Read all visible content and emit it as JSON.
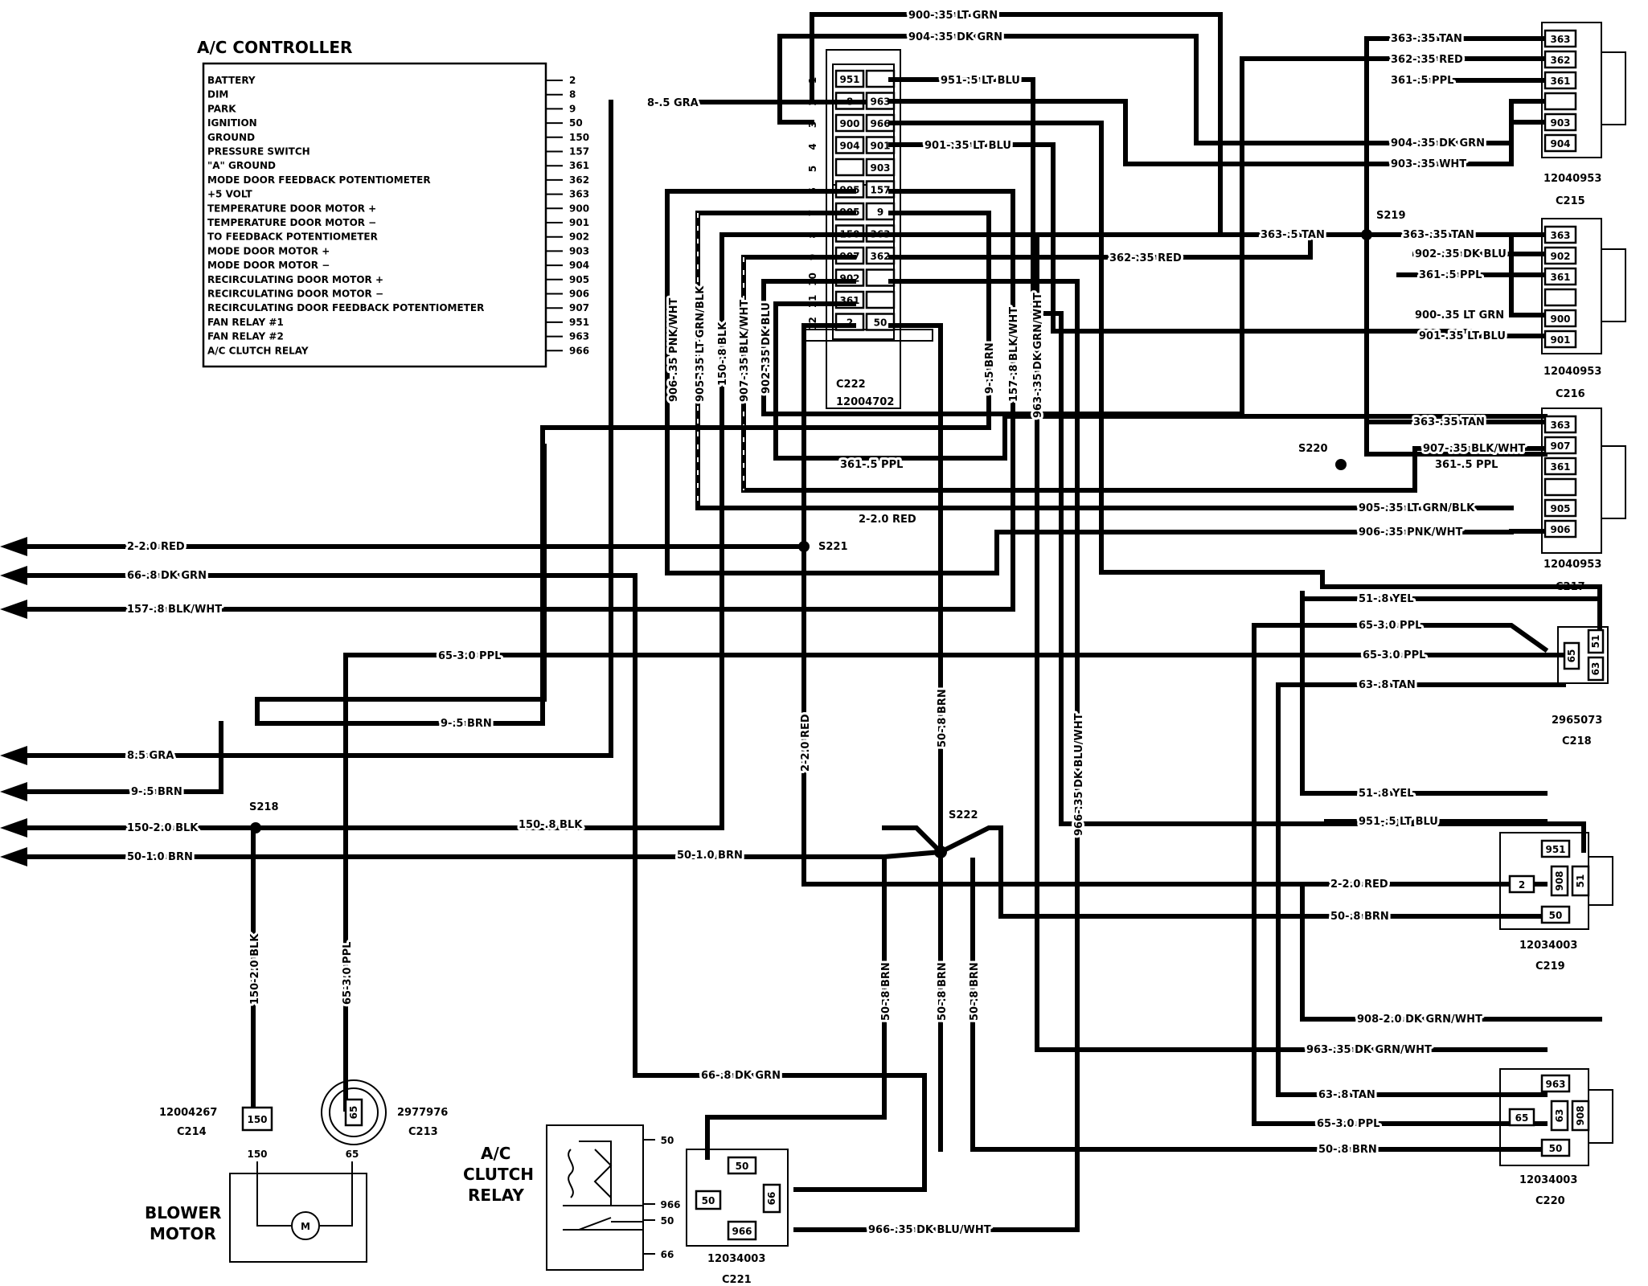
{
  "controller": {
    "title": "A/C CONTROLLER",
    "rows": [
      {
        "label": "BATTERY",
        "pin": "2"
      },
      {
        "label": "DIM",
        "pin": "8"
      },
      {
        "label": "PARK",
        "pin": "9"
      },
      {
        "label": "IGNITION",
        "pin": "50"
      },
      {
        "label": "GROUND",
        "pin": "150"
      },
      {
        "label": "PRESSURE SWITCH",
        "pin": "157"
      },
      {
        "label": "\"A\" GROUND",
        "pin": "361"
      },
      {
        "label": "MODE DOOR FEEDBACK POTENTIOMETER",
        "pin": "362"
      },
      {
        "label": "+5 VOLT",
        "pin": "363"
      },
      {
        "label": "TEMPERATURE DOOR MOTOR +",
        "pin": "900"
      },
      {
        "label": "TEMPERATURE DOOR MOTOR −",
        "pin": "901"
      },
      {
        "label": "TO FEEDBACK POTENTIOMETER",
        "pin": "902"
      },
      {
        "label": "MODE DOOR MOTOR +",
        "pin": "903"
      },
      {
        "label": "MODE DOOR MOTOR −",
        "pin": "904"
      },
      {
        "label": "RECIRCULATING DOOR MOTOR +",
        "pin": "905"
      },
      {
        "label": "RECIRCULATING DOOR MOTOR −",
        "pin": "906"
      },
      {
        "label": "RECIRCULATING DOOR FEEDBACK POTENTIOMETER",
        "pin": "907"
      },
      {
        "label": "FAN RELAY #1",
        "pin": "951"
      },
      {
        "label": "FAN RELAY #2",
        "pin": "963"
      },
      {
        "label": "A/C CLUTCH RELAY",
        "pin": "966"
      }
    ]
  },
  "c222": {
    "name": "C222",
    "part": "12004702",
    "left_pins": [
      "951",
      "8",
      "900",
      "904",
      "",
      "905",
      "905",
      "150",
      "907",
      "902",
      "361",
      "2"
    ],
    "right_pins": [
      "",
      "963",
      "966",
      "901",
      "903",
      "157",
      "9",
      "363",
      "362",
      "",
      "",
      "50"
    ],
    "cavities": [
      "1",
      "2",
      "3",
      "4",
      "5",
      "6",
      "7",
      "8",
      "9",
      "10",
      "11",
      "12"
    ]
  },
  "wires": {
    "w900_35_lt_grn": "900-.35 LT GRN",
    "w904_35_dk_grn_top": "904-.35 DK GRN",
    "w8_5_gra": "8-.5 GRA",
    "w951_5_lt_blu": "951-.5 LT BLU",
    "w901_35_lt_blu": "901-.35 LT BLU",
    "w906_35_pnk_wht_v": "906-.35 PNK/WHT",
    "w905_35_lt_grn_blk_v": "905-.35 LT GRN/BLK",
    "w150_8_blk_v": "150-.8 BLK",
    "w907_35_blk_wht_v": "907-.35 BLK/WHT",
    "w902_35_dk_blu_v": "902-.35 DK BLU",
    "w9_5_brn_v": "9-.5 BRN",
    "w157_8_blk_wht_v": "157-.8 BLK/WHT",
    "w963_35_dk_grn_wht_v": "963-.35 DK GRN/WHT",
    "w362_35_red": "362-.35 RED",
    "w361_5_ppl": "361-.5 PPL",
    "w2_2_0_red_a": "2-2.0 RED",
    "w2_2_0_red_b": "2-2.0 RED",
    "w66_8_dk_grn": "66-.8 DK GRN",
    "w157_8_blk_wht": "157-.8 BLK/WHT",
    "w65_3_0_ppl": "65-3.0 PPL",
    "w9_5_brn_h": "9-.5 BRN",
    "w8_5_gra_out": "8.5 GRA",
    "w9_5_brn_out": "9-.5 BRN",
    "w150_2_0_blk": "150-2.0 BLK",
    "w150_8_blk_h": "150-.8 BLK",
    "w50_1_0_brn_out": "50-1.0 BRN",
    "w50_1_0_brn": "50-1.0 BRN",
    "w2_2_0_red_v": "2-2.0 RED",
    "w50_8_brn_v": "50-.8 BRN",
    "w966_35_dk_blu_wht_v": "966-.35 DK BLU/WHT",
    "w150_2_0_blk_v": "150-2.0 BLK",
    "w65_3_0_ppl_v": "65-3.0 PPL",
    "w66_8_dk_grn_h": "66-.8 DK GRN",
    "w50_8_brn_v1": "50-.8 BRN",
    "w50_8_brn_v2": "50-.8 BRN",
    "w50_8_brn_v3": "50-.8 BRN",
    "w966_35_dk_blu_wht": "966-.35 DK BLU/WHT",
    "w363_35_tan_c215": "363-.35 TAN",
    "w362_35_red_c215": "362-.35 RED",
    "w361_5_ppl_c215": "361-.5 PPL",
    "w904_35_dk_grn_c215": "904-.35 DK GRN",
    "w903_35_wht": "903-.35 WHT",
    "w363_5_tan": "363-.5 TAN",
    "w363_35_tan_c216": "363-.35 TAN",
    "w902_35_dk_blu": "902-.35 DK BLU",
    "w361_5_ppl_c216": "361-.5 PPL",
    "w900_35_lt_grn_c216": "900-.35 LT GRN",
    "w901_35_lt_blu_c216": "901-.35 LT BLU",
    "w363_35_tan_c217": "363-.35 TAN",
    "w907_35_blk_wht": "907-.35 BLK/WHT",
    "w361_5_ppl_c217": "361-.5 PPL",
    "w905_35_lt_grn_blk": "905-.35 LT GRN/BLK",
    "w906_35_pnk_wht": "906-.35 PNK/WHT",
    "w51_8_yel_a": "51-.8 YEL",
    "w65_3_0_ppl_a": "65-3.0 PPL",
    "w65_3_0_ppl_b": "65-3.0 PPL",
    "w63_8_tan_a": "63-.8 TAN",
    "w51_8_yel_b": "51-.8 YEL",
    "w951_5_lt_blu_b": "951-.5 LT BLU",
    "w2_2_0_red_c219": "2-2.0 RED",
    "w50_8_brn_c219": "50-.8 BRN",
    "w908_2_0_dk_grn_wht": "908-2.0 DK GRN/WHT",
    "w963_35_dk_grn_wht": "963-.35 DK GRN/WHT",
    "w63_8_tan_b": "63-.8 TAN",
    "w65_3_0_ppl_c": "65-3.0 PPL",
    "w50_8_brn_c220": "50-.8 BRN"
  },
  "splices": {
    "s218": "S218",
    "s219": "S219",
    "s220": "S220",
    "s221": "S221",
    "s222": "S222"
  },
  "connectors": {
    "c215": {
      "name": "C215",
      "part": "12040953",
      "pins": [
        "363",
        "362",
        "361",
        "",
        "903",
        "904"
      ]
    },
    "c216": {
      "name": "C216",
      "part": "12040953",
      "pins": [
        "363",
        "902",
        "361",
        "",
        "900",
        "901"
      ]
    },
    "c217": {
      "name": "C217",
      "part": "12040953",
      "pins": [
        "363",
        "907",
        "361",
        "",
        "905",
        "906"
      ]
    },
    "c218": {
      "name": "C218",
      "part": "2965073",
      "pins": [
        "65",
        "51",
        "63"
      ]
    },
    "c219": {
      "name": "C219",
      "part": "12034003",
      "pins": [
        "951",
        "2",
        "908",
        "51",
        "50"
      ]
    },
    "c220": {
      "name": "C220",
      "part": "12034003",
      "pins": [
        "963",
        "65",
        "63",
        "908",
        "50"
      ]
    },
    "c221": {
      "name": "C221",
      "part": "12034003",
      "pins": [
        "50",
        "50",
        "66",
        "966"
      ]
    },
    "c213": {
      "name": "C213",
      "part": "2977976",
      "pin": "65"
    },
    "c214": {
      "name": "C214",
      "part": "12004267",
      "pin": "150"
    }
  },
  "relay": {
    "label_line1": "A/C",
    "label_line2": "CLUTCH",
    "label_line3": "RELAY",
    "pins": [
      "50",
      "966",
      "50",
      "66"
    ]
  },
  "blower": {
    "label_line1": "BLOWER",
    "label_line2": "MOTOR",
    "symbol": "M",
    "pin_a": "150",
    "pin_b": "65"
  }
}
